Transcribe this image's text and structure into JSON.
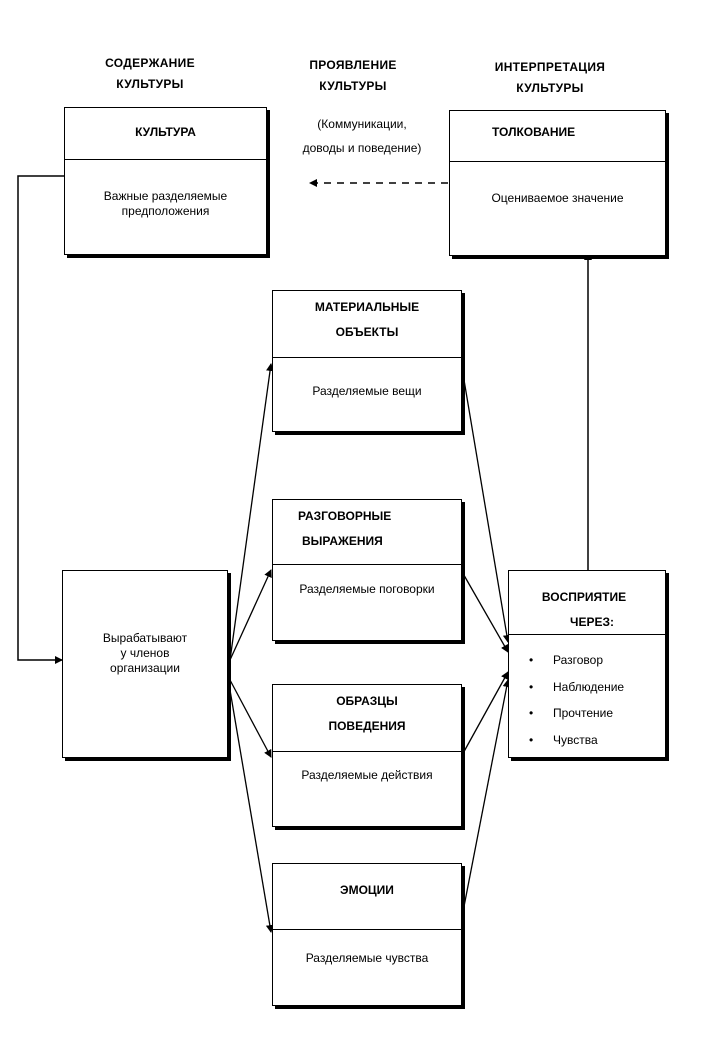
{
  "headers": {
    "content": [
      "СОДЕРЖАНИЕ",
      "КУЛЬТУРЫ"
    ],
    "manifestation": [
      "ПРОЯВЛЕНИЕ",
      "КУЛЬТУРЫ"
    ],
    "interpretation": [
      "ИНТЕРПРЕТАЦИЯ",
      "КУЛЬТУРЫ"
    ]
  },
  "manifestation_note": [
    "(Коммуникации,",
    "доводы и поведение)"
  ],
  "boxes": {
    "culture": {
      "title": "КУЛЬТУРА",
      "body": [
        "Важные разделяемые",
        "предположения"
      ]
    },
    "interpretation": {
      "title": "ТОЛКОВАНИЕ",
      "body": [
        "Оцениваемое значение"
      ]
    },
    "material": {
      "title": [
        "МАТЕРИАЛЬНЫЕ",
        "ОБЪЕКТЫ"
      ],
      "body": "Разделяемые вещи"
    },
    "verbal": {
      "title": [
        "РАЗГОВОРНЫЕ",
        "ВЫРАЖЕНИЯ"
      ],
      "body": "Разделяемые поговорки"
    },
    "behavior": {
      "title": [
        "ОБРАЗЦЫ",
        "ПОВЕДЕНИЯ"
      ],
      "body": "Разделяемые действия"
    },
    "emotions": {
      "title": "ЭМОЦИИ",
      "body": "Разделяемые чувства"
    },
    "develop": {
      "body": [
        "Вырабатывают",
        "у членов",
        "организации"
      ]
    },
    "perception": {
      "title": [
        "ВОСПРИЯТИЕ",
        "ЧЕРЕЗ:"
      ],
      "items": [
        "Разговор",
        "Наблюдение",
        "Прочтение",
        "Чувства"
      ]
    }
  }
}
